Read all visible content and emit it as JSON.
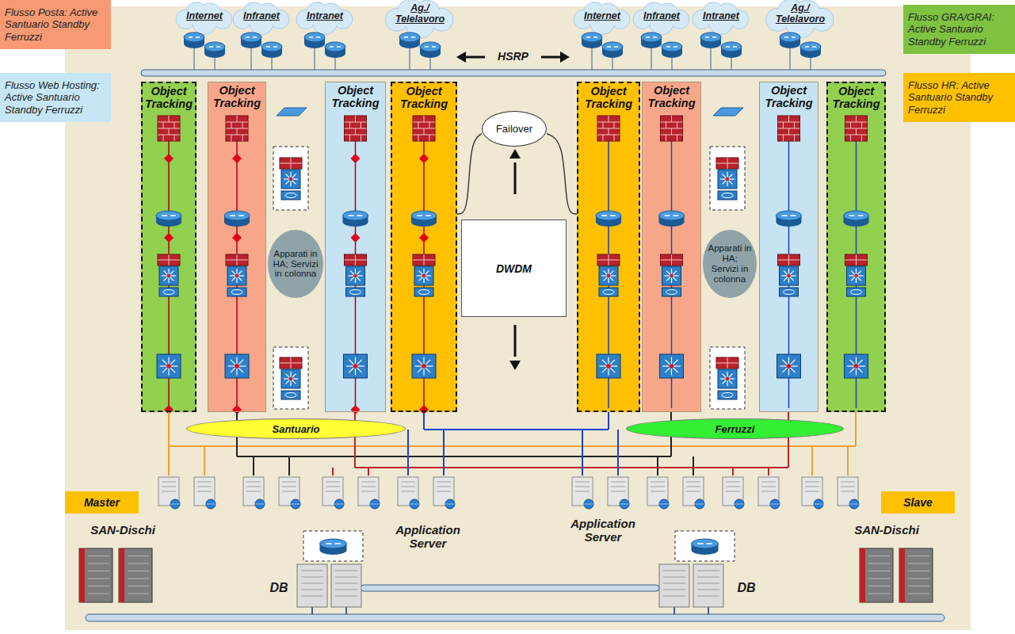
{
  "diagram": {
    "nodes": [
      {
        "text": [
          "Flusso Posta: Active Santuario Standby Ferruzzi"
        ]
      },
      {
        "text": [
          "Flusso Web Hosting: Active Santuario Standby Ferruzzi"
        ]
      },
      {
        "text": [
          "Flusso GRA/GRAI: Active Santuario Standby Ferruzzi"
        ]
      },
      {
        "text": [
          "Flusso HR: Active Santuario Standby Ferruzzi"
        ]
      },
      {
        "text": [
          "Object Tracking"
        ]
      },
      {
        "text": [
          "Object Tracking"
        ]
      },
      {
        "text": [
          "Apparati in HA; Servizi in colonna"
        ]
      },
      {
        "text": [
          "Object Tracking"
        ]
      },
      {
        "text": [
          "Object Tracking"
        ]
      },
      {
        "text": [
          "Failover"
        ]
      },
      {
        "text": [
          "DWDM"
        ]
      },
      {
        "text": [
          "Object Tracking"
        ]
      },
      {
        "text": [
          "Object Tracking"
        ]
      },
      {
        "text": [
          "Apparati in HA; Servizi in colonna"
        ]
      },
      {
        "text": [
          "Object Tracking"
        ]
      },
      {
        "text": [
          "Object Tracking"
        ]
      },
      {
        "text": [
          "Santuario"
        ]
      },
      {
        "text": [
          "Ferruzzi"
        ]
      },
      {
        "text": [
          "Master"
        ]
      },
      {
        "text": [
          "Slave"
        ]
      }
    ],
    "edges": [
      {
        "from": 8,
        "to": 9,
        "arrow": "none"
      },
      {
        "from": 11,
        "to": 9,
        "arrow": "none"
      }
    ],
    "labels": [
      "Internet",
      "Infranet",
      "Intranet",
      "Ag./ Telelavoro",
      "Internet",
      "Infranet",
      "Intranet",
      "Ag./ Telelavoro",
      "HSRP",
      "SAN-Dischi",
      "Application Server",
      "Application Server",
      "SAN-Dischi",
      "DB",
      "DB"
    ]
  }
}
